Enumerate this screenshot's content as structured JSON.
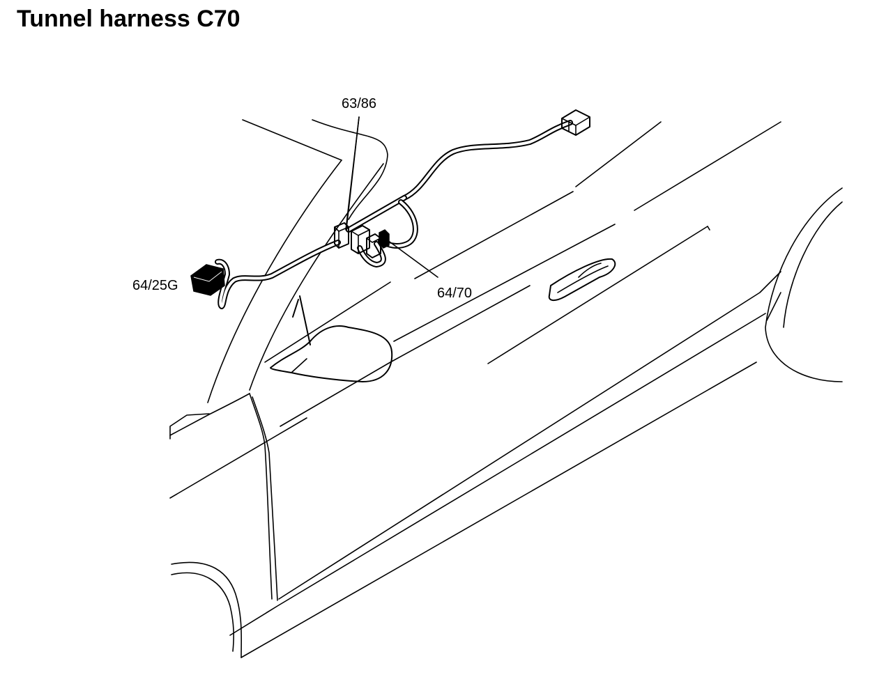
{
  "title": "Tunnel harness C70",
  "labels": {
    "connector_top": "63/86",
    "connector_left": "64/25G",
    "connector_right": "64/70"
  }
}
